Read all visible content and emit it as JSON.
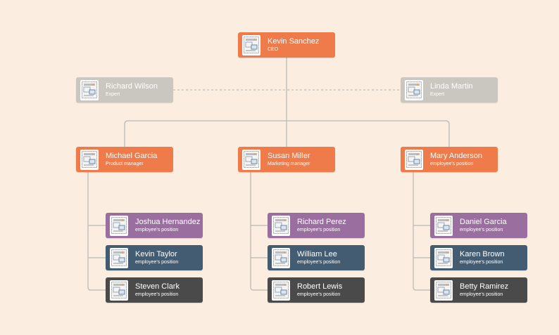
{
  "colors": {
    "background": "#fbeee0",
    "leader": "#ef7a4a",
    "expert": "#c9c7bf",
    "purple": "#9a6f9f",
    "slate": "#435c72",
    "charcoal": "#4a4a4a",
    "connector": "#c4c0b8"
  },
  "ceo": {
    "name": "Kevin Sanchez",
    "title": "CEO",
    "icon": "photo-placeholder-icon"
  },
  "experts": [
    {
      "name": "Richard Wilson",
      "title": "Expert",
      "icon": "photo-placeholder-icon"
    },
    {
      "name": "Linda Martin",
      "title": "Expert",
      "icon": "photo-placeholder-icon"
    }
  ],
  "managers": [
    {
      "name": "Michael Garcia",
      "title": "Product manager",
      "icon": "photo-placeholder-icon"
    },
    {
      "name": "Susan Miller",
      "title": "Marketing manager",
      "icon": "photo-placeholder-icon"
    },
    {
      "name": "Mary Anderson",
      "title": "employee's position",
      "icon": "photo-placeholder-icon"
    }
  ],
  "teams": [
    [
      {
        "name": "Joshua Hernandez",
        "title": "employee's position",
        "color": "purple"
      },
      {
        "name": "Kevin Taylor",
        "title": "employee's position",
        "color": "slate"
      },
      {
        "name": "Steven Clark",
        "title": "employee's position",
        "color": "charcoal"
      }
    ],
    [
      {
        "name": "Richard Perez",
        "title": "employee's position",
        "color": "purple"
      },
      {
        "name": "William Lee",
        "title": "employee's position",
        "color": "slate"
      },
      {
        "name": "Robert Lewis",
        "title": "employee's position",
        "color": "charcoal"
      }
    ],
    [
      {
        "name": "Daniel Garcia",
        "title": "employee's position",
        "color": "purple"
      },
      {
        "name": "Karen Brown",
        "title": "employee's position",
        "color": "slate"
      },
      {
        "name": "Betty Ramirez",
        "title": "employee's position",
        "color": "charcoal"
      }
    ]
  ]
}
